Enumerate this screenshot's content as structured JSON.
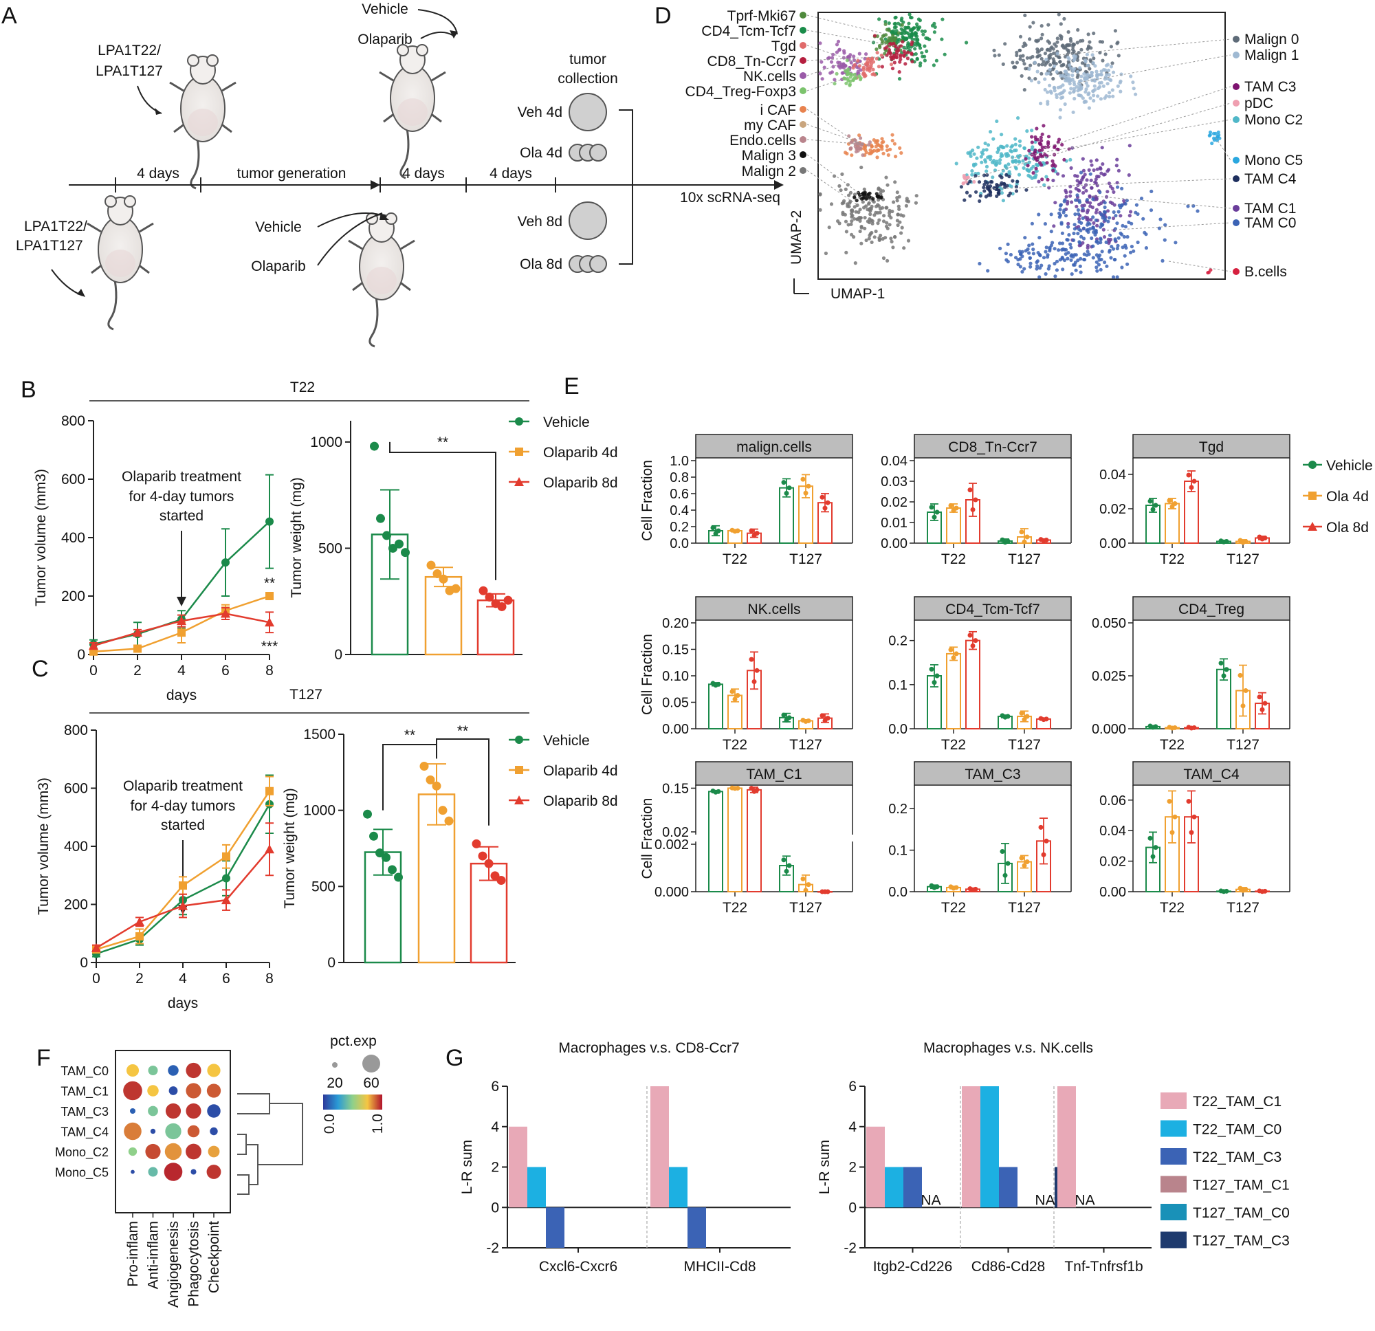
{
  "colors": {
    "vehicle": "#1b8a4a",
    "ola4": "#f0a030",
    "ola8": "#e23b2e",
    "grey": "#444444",
    "hdr": "#bdbdbd"
  },
  "panel_a": {
    "letter": "A",
    "mouse_label_top": [
      "LPA1T22/",
      "LPA1T127"
    ],
    "mouse_label_bottom": [
      "LPA1T22/",
      "LPA1T127"
    ],
    "vehicle": "Vehicle",
    "olaparib": "Olaparib",
    "t1": "4 days",
    "t2": "tumor generation",
    "t3": "4 days",
    "t4": "4 days",
    "collection": [
      "tumor",
      "collection"
    ],
    "seq": "10x scRNA-seq",
    "veh4": "Veh 4d",
    "ola4": "Ola 4d",
    "veh8": "Veh 8d",
    "ola8": "Ola 8d"
  },
  "panel_d": {
    "letter": "D",
    "xlabel": "UMAP-1",
    "ylabel": "UMAP-2",
    "left_labels": [
      {
        "t": "Tprf-Mki67",
        "c": "#4f8a3c"
      },
      {
        "t": "CD4_Tcm-Tcf7",
        "c": "#1a8c4a"
      },
      {
        "t": "Tgd",
        "c": "#e06b6b"
      },
      {
        "t": "CD8_Tn-Ccr7",
        "c": "#b51e3f"
      },
      {
        "t": "NK.cells",
        "c": "#9a5aa8"
      },
      {
        "t": "CD4_Treg-Foxp3",
        "c": "#7cc36d"
      },
      {
        "t": "i CAF",
        "c": "#e8824e"
      },
      {
        "t": "my CAF",
        "c": "#c9a57e"
      },
      {
        "t": "Endo.cells",
        "c": "#b9848c"
      },
      {
        "t": "Malign 3",
        "c": "#111111"
      },
      {
        "t": "Malign 2",
        "c": "#777777"
      }
    ],
    "right_labels": [
      {
        "t": "Malign 0",
        "c": "#5e6b78"
      },
      {
        "t": "Malign 1",
        "c": "#9fb9d2"
      },
      {
        "t": "TAM C3",
        "c": "#7e1370"
      },
      {
        "t": "pDC",
        "c": "#ef9fb0"
      },
      {
        "t": "Mono C2",
        "c": "#4fb7c8"
      },
      {
        "t": "Mono C5",
        "c": "#2aa7df"
      },
      {
        "t": "TAM C4",
        "c": "#1e2f5e"
      },
      {
        "t": "TAM C1",
        "c": "#6a3d9a"
      },
      {
        "t": "TAM C0",
        "c": "#3b63b5"
      },
      {
        "t": "B.cells",
        "c": "#d6203f"
      }
    ]
  },
  "panel_b": {
    "letter": "B",
    "header": "T22",
    "line": {
      "ylabel": "Tumor volume (mm3)",
      "xlabel": "days",
      "x": [
        0,
        2,
        4,
        6,
        8
      ],
      "yticks": [
        0,
        200,
        400,
        600,
        800
      ],
      "annotation": [
        "Olaparib treatment",
        "for 4-day tumors",
        "started"
      ],
      "stars_ola4": "**",
      "stars_ola8": "***"
    },
    "bar": {
      "ylabel": "Tumor weight (mg)",
      "yticks": [
        0,
        500,
        1000
      ],
      "sig": [
        "**"
      ]
    },
    "legend": [
      "Vehicle",
      "Olaparib 4d",
      "Olaparib 8d"
    ]
  },
  "panel_c": {
    "letter": "C",
    "header": "T127",
    "line": {
      "ylabel": "Tumor volume (mm3)",
      "xlabel": "days",
      "x": [
        0,
        2,
        4,
        6,
        8
      ],
      "yticks": [
        0,
        200,
        400,
        600,
        800
      ],
      "annotation": [
        "Olaparib treatment",
        "for 4-day tumors",
        "started"
      ]
    },
    "bar": {
      "ylabel": "Tumor weight (mg)",
      "yticks": [
        0,
        500,
        1000,
        1500
      ],
      "sig": [
        "**",
        "**"
      ]
    },
    "legend": [
      "Vehicle",
      "Olaparib 4d",
      "Olaparib 8d"
    ]
  },
  "panel_e": {
    "letter": "E",
    "ylabel": "Cell Fraction",
    "groups": [
      "T22",
      "T127"
    ],
    "legend": [
      "Vehicle",
      "Ola 4d",
      "Ola 8d"
    ]
  },
  "panel_f": {
    "letter": "F",
    "rows": [
      "TAM_C0",
      "TAM_C1",
      "TAM_C3",
      "TAM_C4",
      "Mono_C2",
      "Mono_C5"
    ],
    "cols": [
      "Pro-inflam",
      "Anti-inflam",
      "Angiogenesis",
      "Phagocytosis",
      "Checkpoint"
    ],
    "legend_title": "pct.exp",
    "size_ticks": [
      "20",
      "60"
    ],
    "color_ticks": [
      "0.0",
      "1.0"
    ]
  },
  "panel_g": {
    "letter": "G",
    "ylabel": "L-R sum",
    "yticks": [
      -2,
      0,
      2,
      4,
      6
    ],
    "na": "NA",
    "titles": [
      "Macrophages v.s. CD8-Ccr7",
      "Macrophages v.s. NK.cells"
    ],
    "legend": [
      {
        "t": "T22_TAM_C1",
        "c": "#e8a9b7"
      },
      {
        "t": "T22_TAM_C0",
        "c": "#1cb0e2"
      },
      {
        "t": "T22_TAM_C3",
        "c": "#3b63b5"
      },
      {
        "t": "T127_TAM_C1",
        "c": "#b9848c"
      },
      {
        "t": "T127_TAM_C0",
        "c": "#1991b8"
      },
      {
        "t": "T127_TAM_C3",
        "c": "#1e3a6e"
      }
    ]
  },
  "chart_data": [
    {
      "type": "line",
      "id": "B-volume",
      "xlabel": "days",
      "ylabel": "Tumor volume (mm3)",
      "ylim": [
        0,
        800
      ],
      "x": [
        0,
        2,
        4,
        6,
        8
      ],
      "series": [
        {
          "name": "Vehicle",
          "values": [
            35,
            70,
            120,
            315,
            455
          ],
          "err": [
            15,
            40,
            30,
            115,
            160
          ]
        },
        {
          "name": "Olaparib 4d",
          "values": [
            10,
            20,
            75,
            150,
            200
          ],
          "err": [
            5,
            10,
            35,
            20,
            0
          ]
        },
        {
          "name": "Olaparib 8d",
          "values": [
            30,
            75,
            115,
            140,
            110
          ],
          "err": [
            10,
            10,
            20,
            20,
            35
          ]
        }
      ]
    },
    {
      "type": "bar",
      "id": "B-weight",
      "ylabel": "Tumor weight (mg)",
      "ylim": [
        0,
        1100
      ],
      "categories": [
        "Vehicle",
        "Olaparib 4d",
        "Olaparib 8d"
      ],
      "values": [
        565,
        365,
        255
      ],
      "err": [
        210,
        45,
        30
      ],
      "points": [
        [
          980,
          640,
          560,
          500,
          520,
          480
        ],
        [
          420,
          380,
          355,
          300,
          310
        ],
        [
          300,
          270,
          240,
          225,
          255
        ]
      ]
    },
    {
      "type": "line",
      "id": "C-volume",
      "xlabel": "days",
      "ylabel": "Tumor volume (mm3)",
      "ylim": [
        0,
        800
      ],
      "x": [
        0,
        2,
        4,
        6,
        8
      ],
      "series": [
        {
          "name": "Vehicle",
          "values": [
            30,
            80,
            215,
            290,
            545
          ],
          "err": [
            10,
            20,
            50,
            60,
            100
          ]
        },
        {
          "name": "Olaparib 4d",
          "values": [
            45,
            90,
            265,
            365,
            590
          ],
          "err": [
            10,
            25,
            30,
            40,
            50
          ]
        },
        {
          "name": "Olaparib 8d",
          "values": [
            50,
            140,
            195,
            215,
            390
          ],
          "err": [
            10,
            15,
            40,
            35,
            90
          ]
        }
      ]
    },
    {
      "type": "bar",
      "id": "C-weight",
      "ylabel": "Tumor weight (mg)",
      "ylim": [
        0,
        1500
      ],
      "categories": [
        "Vehicle",
        "Olaparib 4d",
        "Olaparib 8d"
      ],
      "values": [
        725,
        1105,
        650
      ],
      "err": [
        150,
        200,
        110
      ],
      "points": [
        [
          975,
          830,
          720,
          690,
          610,
          560
        ],
        [
          1290,
          1200,
          1160,
          1000,
          930
        ],
        [
          780,
          700,
          650,
          570,
          540
        ]
      ]
    },
    {
      "type": "bar",
      "id": "E-facets",
      "groups": [
        "T22",
        "T127"
      ],
      "series": [
        "Vehicle",
        "Ola 4d",
        "Ola 8d"
      ],
      "facets": [
        {
          "title": "malign.cells",
          "yticks": [
            0,
            0.2,
            0.4,
            0.6,
            0.8,
            1.0
          ],
          "tick_labels": [
            "0.0",
            "0.2",
            "0.4",
            "0.6",
            "0.8",
            "1.0"
          ],
          "ymax": 1.0,
          "values": [
            [
              0.15,
              0.15,
              0.12
            ],
            [
              0.67,
              0.69,
              0.49
            ]
          ],
          "err": [
            [
              0.06,
              0.01,
              0.05
            ],
            [
              0.11,
              0.14,
              0.11
            ]
          ]
        },
        {
          "title": "CD8_Tn-Ccr7",
          "yticks": [
            0,
            0.01,
            0.02,
            0.03,
            0.04
          ],
          "tick_labels": [
            "0.00",
            "0.01",
            "0.02",
            "0.03",
            "0.04"
          ],
          "ymax": 0.04,
          "values": [
            [
              0.015,
              0.017,
              0.021
            ],
            [
              0.001,
              0.003,
              0.0015
            ]
          ],
          "err": [
            [
              0.004,
              0.002,
              0.008
            ],
            [
              0.001,
              0.004,
              0.0005
            ]
          ]
        },
        {
          "title": "Tgd",
          "yticks": [
            0,
            0.02,
            0.04
          ],
          "tick_labels": [
            "0.00",
            "0.02",
            "0.04"
          ],
          "ymax": 0.048,
          "values": [
            [
              0.022,
              0.023,
              0.036
            ],
            [
              0.001,
              0.001,
              0.003
            ]
          ],
          "err": [
            [
              0.004,
              0.003,
              0.006
            ],
            [
              0.0005,
              0.001,
              0.001
            ]
          ]
        },
        {
          "title": "NK.cells",
          "yticks": [
            0,
            0.05,
            0.1,
            0.15,
            0.2
          ],
          "tick_labels": [
            "0.00",
            "0.05",
            "0.10",
            "0.15",
            "0.20"
          ],
          "ymax": 0.2,
          "values": [
            [
              0.084,
              0.063,
              0.11
            ],
            [
              0.021,
              0.015,
              0.02
            ]
          ],
          "err": [
            [
              0.003,
              0.012,
              0.035
            ],
            [
              0.008,
              0.002,
              0.008
            ]
          ]
        },
        {
          "title": "CD4_Tcm-Tcf7",
          "yticks": [
            0,
            0.1,
            0.2
          ],
          "tick_labels": [
            "0.0",
            "0.1",
            "0.2"
          ],
          "ymax": 0.24,
          "values": [
            [
              0.12,
              0.17,
              0.2
            ],
            [
              0.028,
              0.028,
              0.022
            ]
          ],
          "err": [
            [
              0.025,
              0.015,
              0.02
            ],
            [
              0.003,
              0.012,
              0.002
            ]
          ]
        },
        {
          "title": "CD4_Treg",
          "yticks": [
            0,
            0.025,
            0.05
          ],
          "tick_labels": [
            "0.000",
            "0.025",
            "0.050"
          ],
          "ymax": 0.05,
          "values": [
            [
              0.001,
              0.0005,
              0.0005
            ],
            [
              0.028,
              0.018,
              0.012
            ]
          ],
          "err": [
            [
              0.0005,
              0.0003,
              0.0003
            ],
            [
              0.005,
              0.012,
              0.005
            ]
          ]
        },
        {
          "title": "TAM_C1",
          "broken": true,
          "tick_labels": [
            "0.000",
            "0.002",
            "0.02",
            "0.15"
          ],
          "values": [
            [
              0.14,
              0.15,
              0.145
            ],
            [
              0.0011,
              0.0003,
              0.0
            ]
          ],
          "err": [
            [
              0.003,
              0.001,
              0.008
            ],
            [
              0.0004,
              0.0004,
              0.0
            ]
          ]
        },
        {
          "title": "TAM_C3",
          "yticks": [
            0,
            0.1,
            0.2
          ],
          "tick_labels": [
            "0.0",
            "0.1",
            "0.2"
          ],
          "ymax": 0.25,
          "values": [
            [
              0.012,
              0.01,
              0.006
            ],
            [
              0.068,
              0.072,
              0.122
            ]
          ],
          "err": [
            [
              0.004,
              0.003,
              0.002
            ],
            [
              0.048,
              0.015,
              0.055
            ]
          ]
        },
        {
          "title": "TAM_C4",
          "yticks": [
            0,
            0.02,
            0.04,
            0.06
          ],
          "tick_labels": [
            "0.00",
            "0.02",
            "0.04",
            "0.06"
          ],
          "ymax": 0.068,
          "values": [
            [
              0.029,
              0.049,
              0.049
            ],
            [
              0.0003,
              0.0015,
              0.0003
            ]
          ],
          "err": [
            [
              0.01,
              0.017,
              0.017
            ],
            [
              0.0003,
              0.0012,
              0.0003
            ]
          ]
        }
      ]
    },
    {
      "type": "heatmap",
      "id": "F-dotplot",
      "rows": [
        "TAM_C0",
        "TAM_C1",
        "TAM_C3",
        "TAM_C4",
        "Mono_C2",
        "Mono_C5"
      ],
      "cols": [
        "Pro-inflam",
        "Anti-inflam",
        "Angiogenesis",
        "Phagocytosis",
        "Checkpoint"
      ],
      "pct_exp": [
        [
          30,
          18,
          22,
          45,
          34
        ],
        [
          70,
          25,
          15,
          45,
          38
        ],
        [
          6,
          20,
          45,
          45,
          35
        ],
        [
          60,
          5,
          50,
          28,
          12
        ],
        [
          14,
          45,
          55,
          48,
          26
        ],
        [
          3,
          18,
          65,
          6,
          40
        ]
      ],
      "avg_exp": [
        [
          0.75,
          0.45,
          0.1,
          0.95,
          0.75
        ],
        [
          0.95,
          0.75,
          0.05,
          0.9,
          0.9
        ],
        [
          0.1,
          0.45,
          0.95,
          0.95,
          0.05
        ],
        [
          0.85,
          0.05,
          0.45,
          0.9,
          0.05
        ],
        [
          0.5,
          0.92,
          0.82,
          0.95,
          0.8
        ],
        [
          0.05,
          0.4,
          0.97,
          0.05,
          0.95
        ]
      ]
    },
    {
      "type": "bar",
      "id": "G-CD8",
      "ylabel": "L-R sum",
      "ylim": [
        -2,
        6
      ],
      "categories": [
        "Cxcl6-Cxcr6",
        "MHCII-Cd8"
      ],
      "series": [
        {
          "name": "T22_TAM_C1",
          "values": [
            4,
            6
          ]
        },
        {
          "name": "T22_TAM_C0",
          "values": [
            2,
            2
          ]
        },
        {
          "name": "T22_TAM_C3",
          "values": [
            -2,
            -2
          ]
        },
        {
          "name": "T127_TAM_C1",
          "values": [
            0,
            0
          ]
        },
        {
          "name": "T127_TAM_C0",
          "values": [
            0,
            0
          ]
        },
        {
          "name": "T127_TAM_C3",
          "values": [
            0,
            0
          ]
        }
      ]
    },
    {
      "type": "bar",
      "id": "G-NK",
      "ylabel": "L-R sum",
      "ylim": [
        -2,
        6
      ],
      "categories": [
        "Itgb2-Cd226",
        "Cd86-Cd28",
        "Tnf-Tnfrsf1b"
      ],
      "series": [
        {
          "name": "T22_TAM_C1",
          "values": [
            4,
            6,
            6
          ]
        },
        {
          "name": "T22_TAM_C0",
          "values": [
            2,
            6,
            0
          ]
        },
        {
          "name": "T22_TAM_C3",
          "values": [
            2,
            2,
            0
          ]
        },
        {
          "name": "T127_TAM_C1",
          "values": [
            null,
            null,
            null
          ]
        },
        {
          "name": "T127_TAM_C0",
          "values": [
            null,
            null,
            null
          ]
        },
        {
          "name": "T127_TAM_C3",
          "values": [
            null,
            2,
            null
          ]
        }
      ]
    }
  ]
}
